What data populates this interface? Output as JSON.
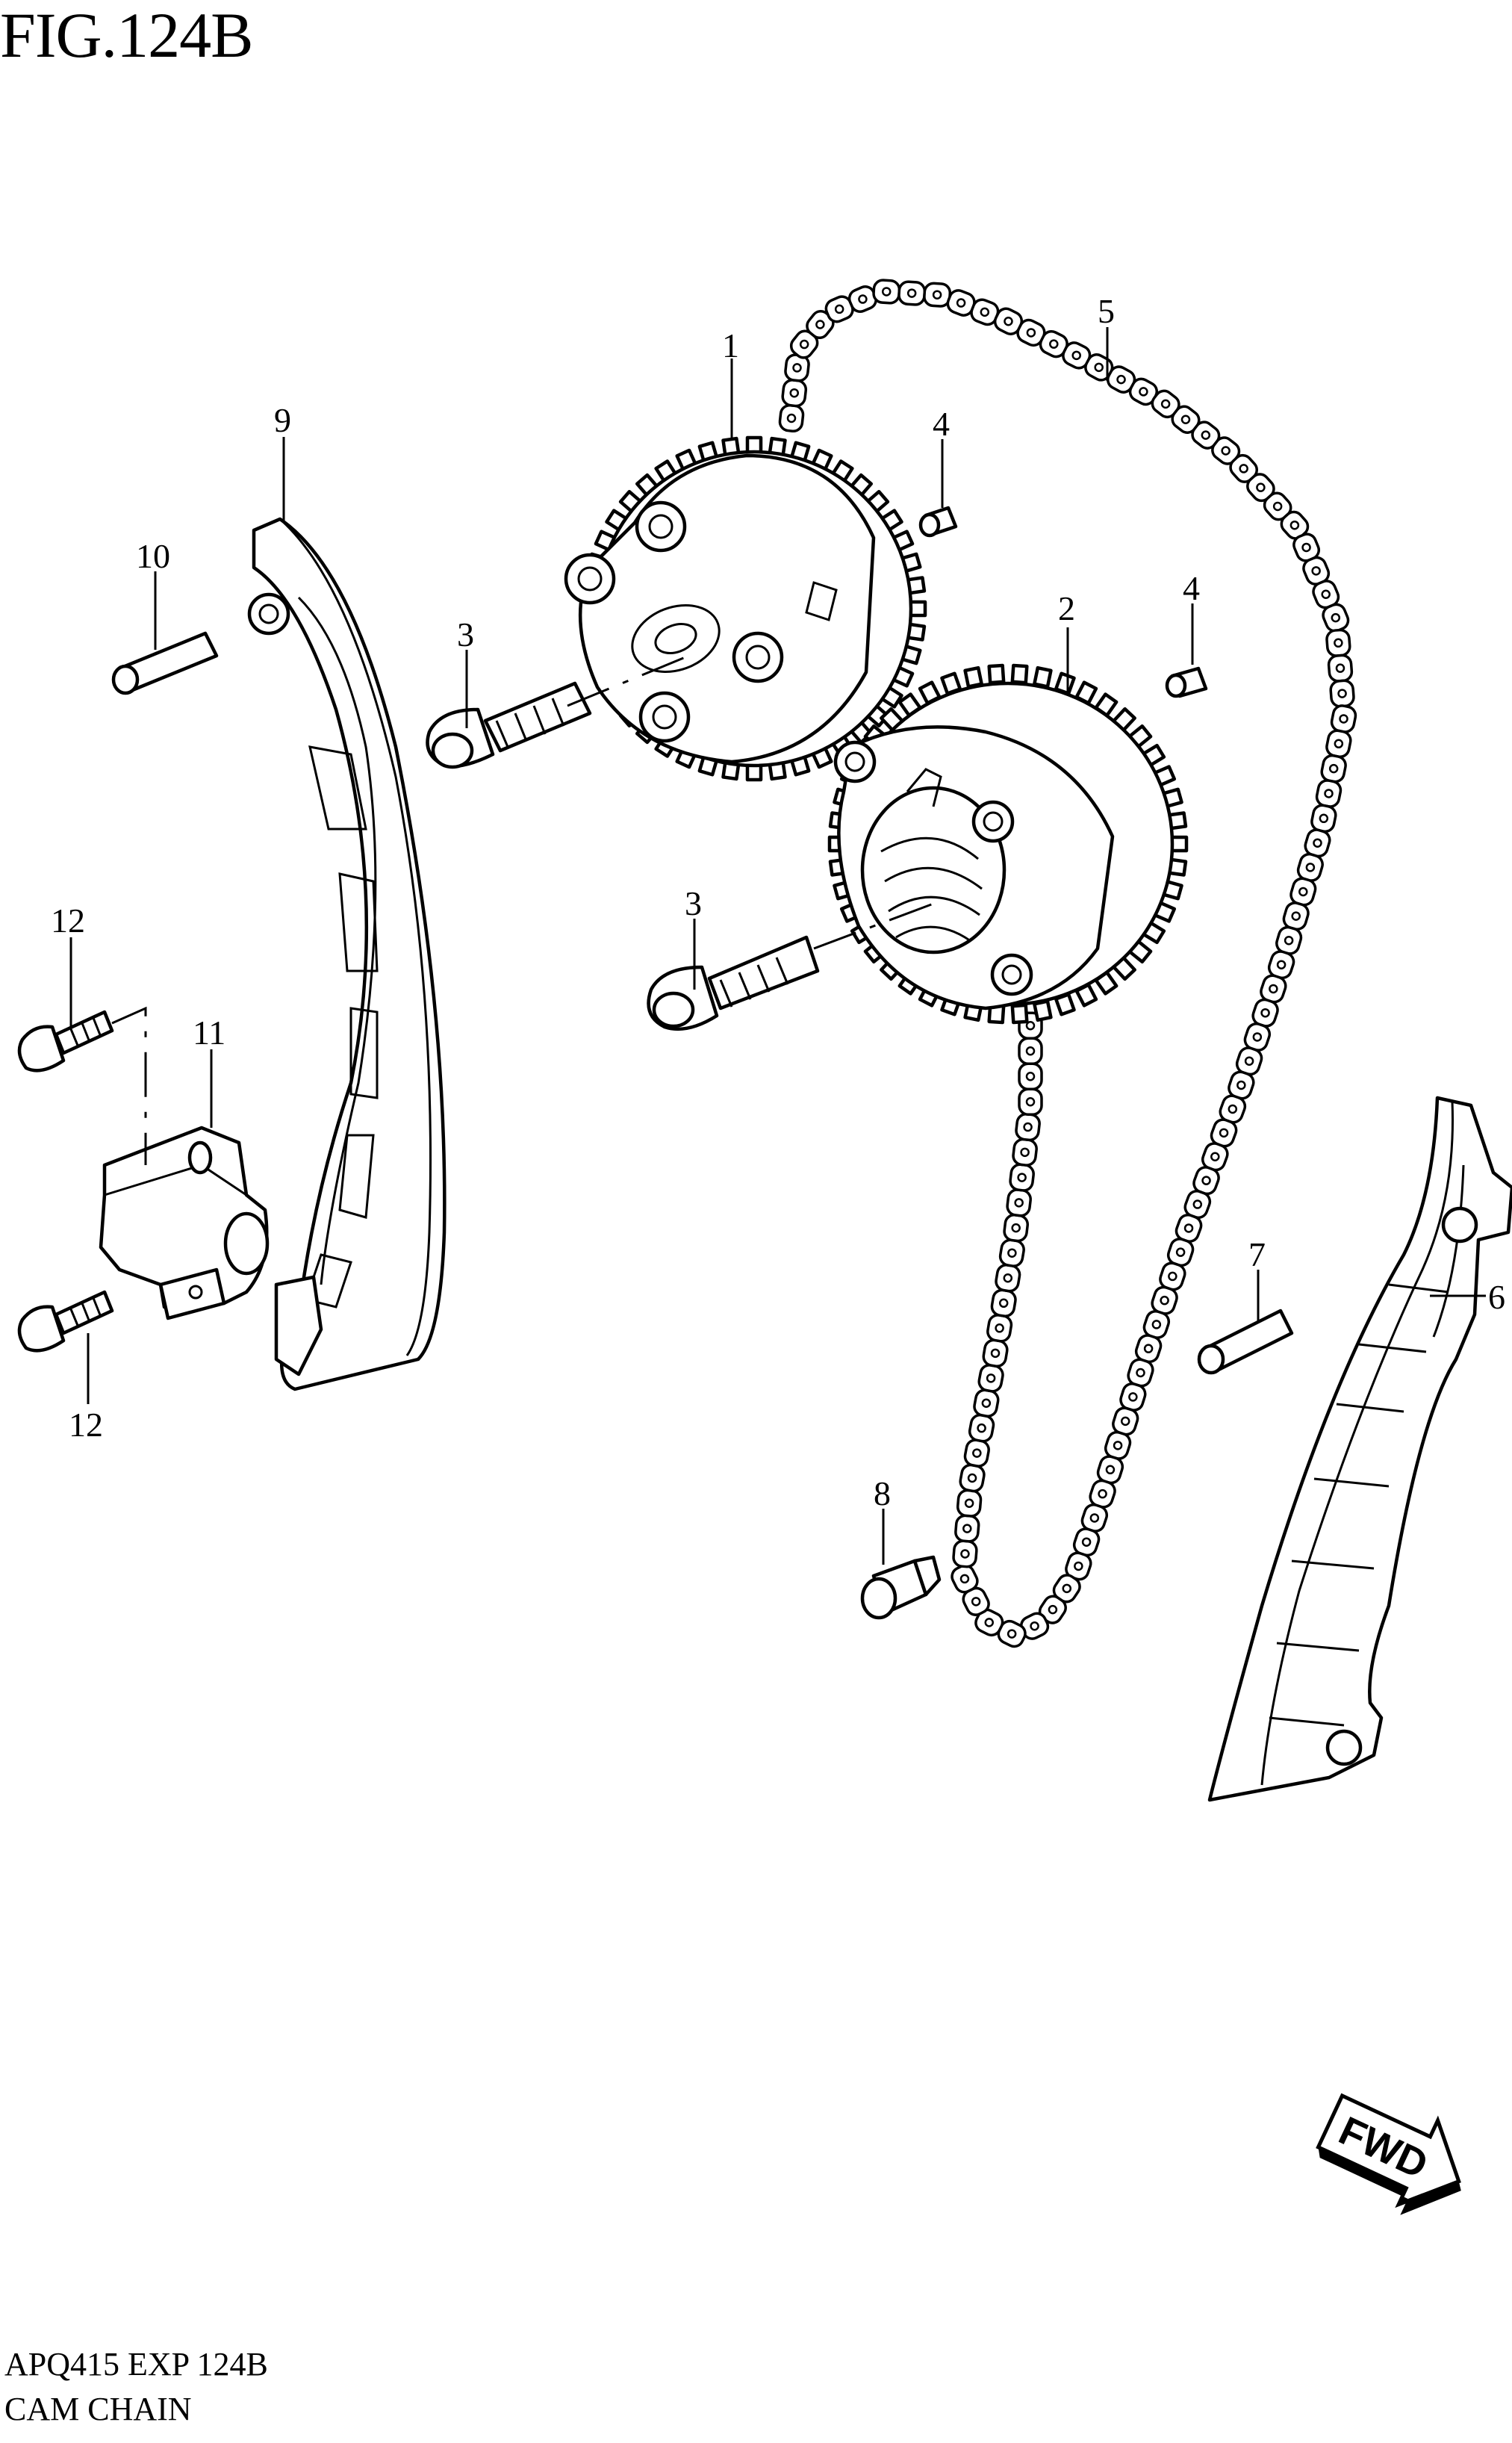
{
  "figure": {
    "title": "FIG.124B",
    "code": "APQ415 EXP 124B",
    "name": "CAM CHAIN"
  },
  "callouts": [
    {
      "id": "callout-1",
      "label": "1"
    },
    {
      "id": "callout-2",
      "label": "2"
    },
    {
      "id": "callout-3a",
      "label": "3"
    },
    {
      "id": "callout-3b",
      "label": "3"
    },
    {
      "id": "callout-4a",
      "label": "4"
    },
    {
      "id": "callout-4b",
      "label": "4"
    },
    {
      "id": "callout-5",
      "label": "5"
    },
    {
      "id": "callout-6",
      "label": "6"
    },
    {
      "id": "callout-7",
      "label": "7"
    },
    {
      "id": "callout-8",
      "label": "8"
    },
    {
      "id": "callout-9",
      "label": "9"
    },
    {
      "id": "callout-10",
      "label": "10"
    },
    {
      "id": "callout-11",
      "label": "11"
    },
    {
      "id": "callout-12a",
      "label": "12"
    },
    {
      "id": "callout-12b",
      "label": "12"
    }
  ],
  "direction_marker": {
    "label": "FWD",
    "icon": "forward-arrow-icon"
  }
}
